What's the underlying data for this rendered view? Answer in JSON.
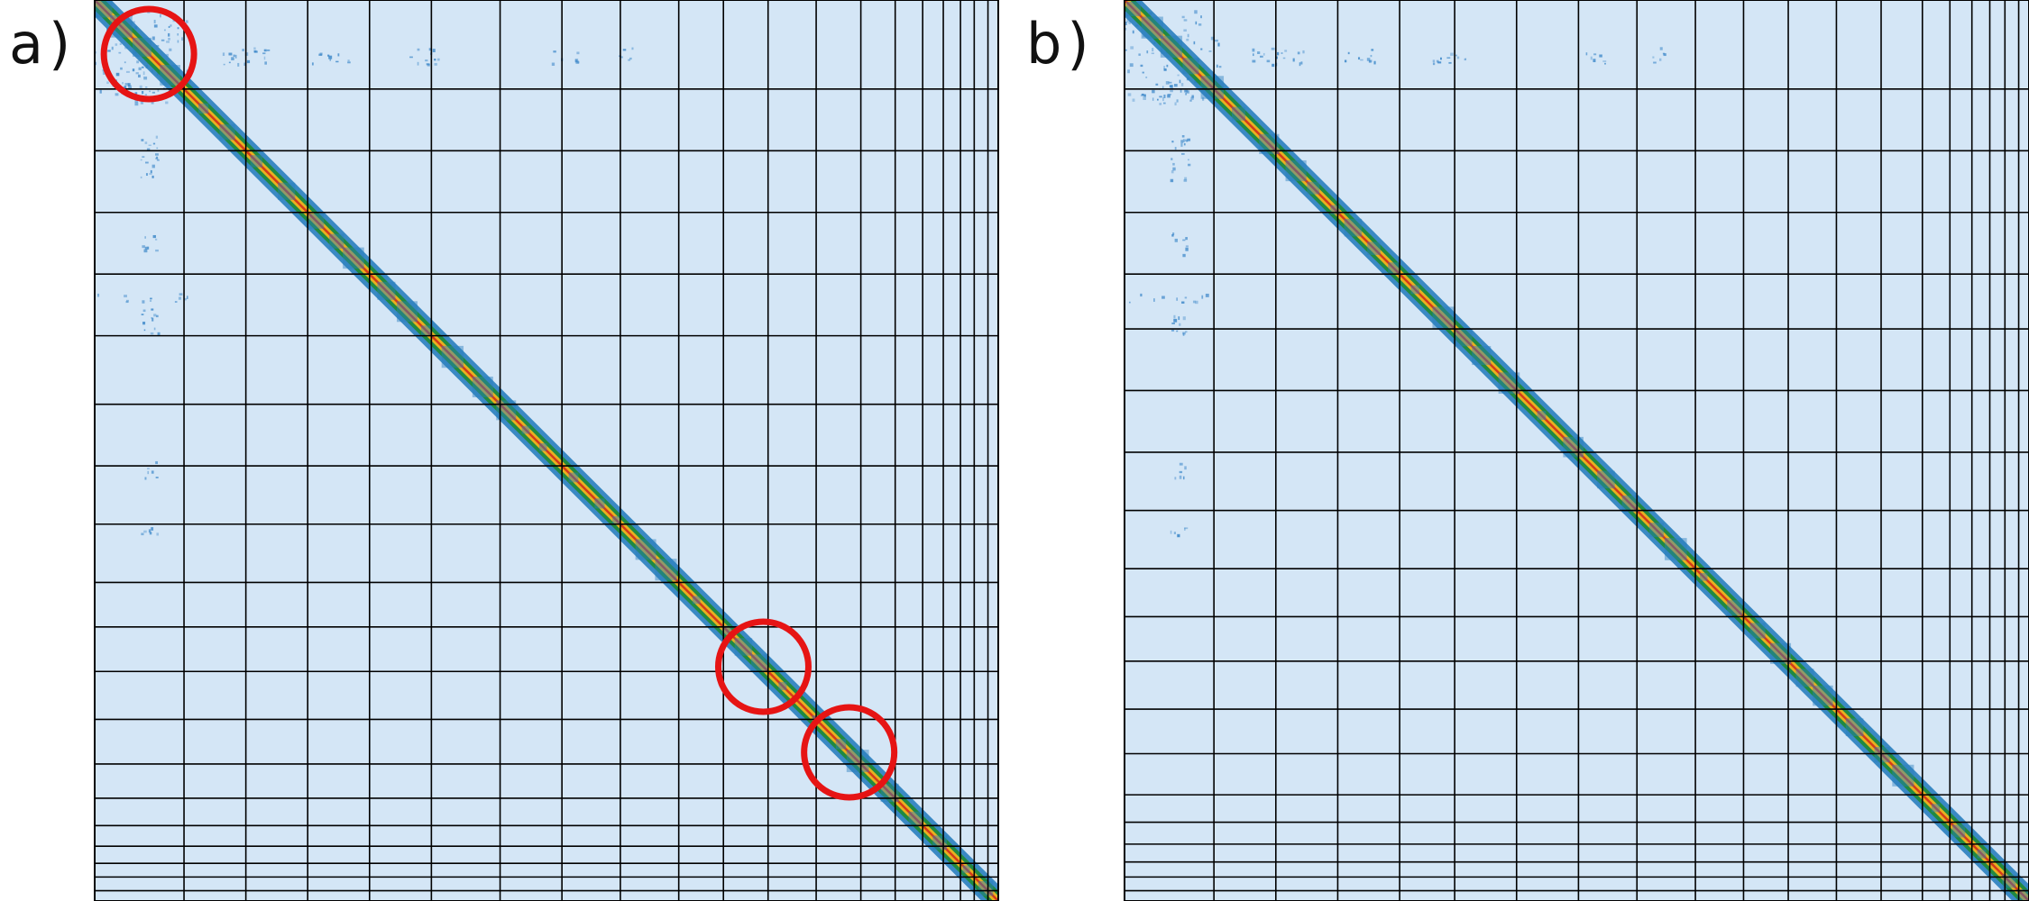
{
  "figure": {
    "panels": [
      {
        "id": "a",
        "label": "a)",
        "description_type": "hi-c-contact-map",
        "boundaries": [
          130,
          220,
          310,
          400,
          490,
          590,
          680,
          765,
          850,
          915,
          980,
          1050,
          1115,
          1165,
          1205,
          1235,
          1260,
          1280,
          1300,
          1315
        ],
        "highlights": [
          {
            "name": "circle-top-left",
            "center_frac": 0.06,
            "offset": 0
          },
          {
            "name": "circle-mid",
            "center_frac": 0.74,
            "offset": 0
          },
          {
            "name": "circle-lower",
            "center_frac": 0.835,
            "offset": 0
          }
        ],
        "blob_clusters": true
      },
      {
        "id": "b",
        "label": "b)",
        "description_type": "hi-c-contact-map",
        "boundaries": [
          130,
          220,
          310,
          400,
          480,
          570,
          660,
          745,
          830,
          900,
          965,
          1035,
          1100,
          1160,
          1200,
          1232,
          1258,
          1280,
          1300,
          1315
        ],
        "highlights": [],
        "blob_clusters": true
      }
    ],
    "colors": {
      "background": "#d4e6f6",
      "grid": "#000000",
      "diagonal_outer": "#2a7fbf",
      "diagonal_mid": "#1f8a3a",
      "diagonal_core": "#e8b020",
      "diagonal_peak": "#d43a1a",
      "highlight": "#e61414",
      "blob": "#3a86c8"
    }
  }
}
